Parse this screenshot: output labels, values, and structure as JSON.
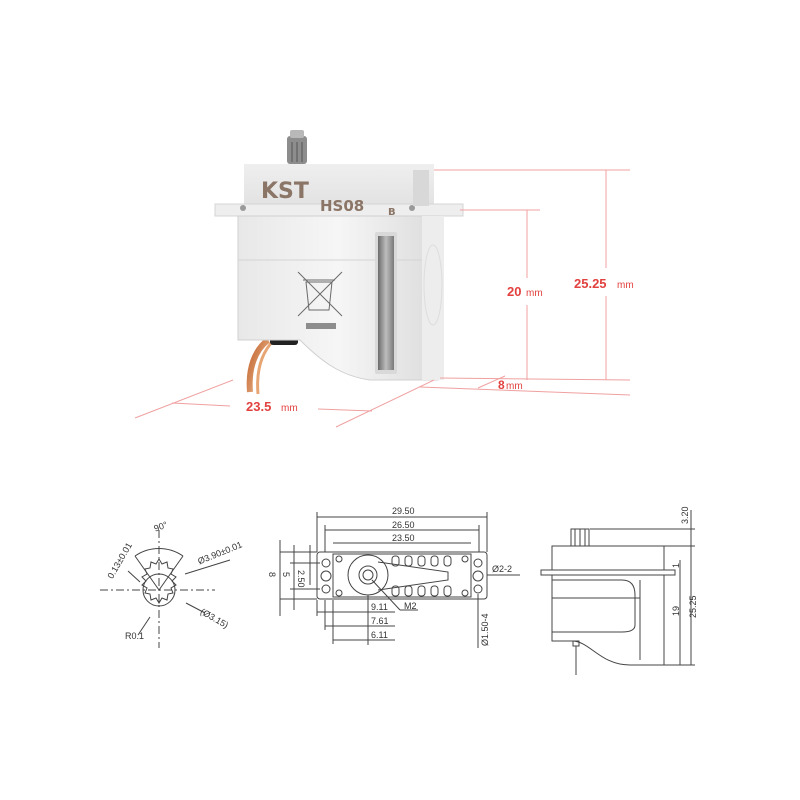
{
  "product": {
    "brand": "KST",
    "model": "HS08",
    "model_suffix": "B"
  },
  "photo_dimensions": {
    "height_total": {
      "value": "25.25",
      "unit": "mm"
    },
    "height_body": {
      "value": "20",
      "unit": "mm"
    },
    "width": {
      "value": "23.5",
      "unit": "mm"
    },
    "thickness": {
      "value": "8",
      "unit": "mm"
    }
  },
  "gear_drawing": {
    "angle": "90°",
    "left_label": "0.13±0.01",
    "outer_dia": "Ø3.90±0.01",
    "inner_dia": "(Ø3.15)",
    "radius": "R0.1"
  },
  "top_view_drawing": {
    "widths": [
      "29.50",
      "26.50",
      "23.50"
    ],
    "heights": [
      "8",
      "5",
      "2.50"
    ],
    "offsets": [
      "9.11",
      "7.61",
      "6.11"
    ],
    "hole_right": "Ø2-2",
    "hole_bottom": "Ø1.50-4",
    "screw": "M2"
  },
  "side_view_drawing": {
    "top_gap": "3.20",
    "flange": "1",
    "body_height": "19",
    "total_height": "25.25"
  },
  "colors": {
    "dimension_red": "#e2413f",
    "line_art": "#444444",
    "brand_text": "#8b7566"
  }
}
